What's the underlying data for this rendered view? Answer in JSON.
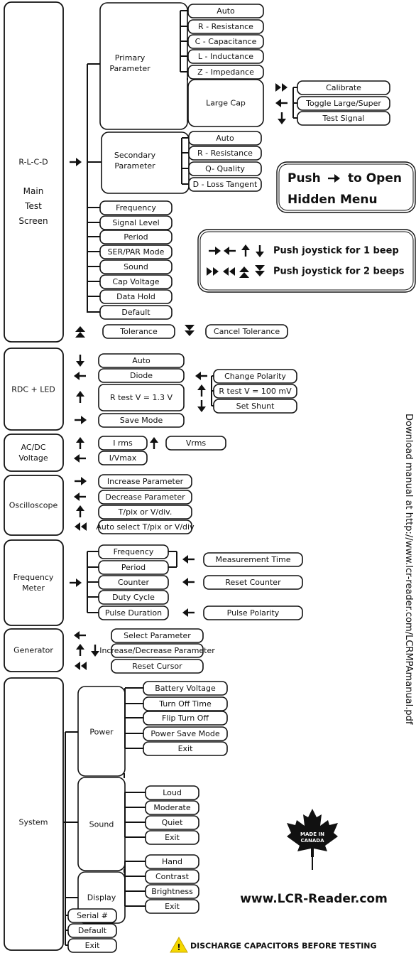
{
  "groups": [
    {
      "id": "rlcd",
      "title": "R-L-C-D",
      "subtitle_lines": [
        "Main",
        "Test",
        "Screen"
      ]
    },
    {
      "id": "rdc",
      "title": "RDC + LED"
    },
    {
      "id": "acdc",
      "title_lines": [
        "AC/DC",
        "Voltage"
      ]
    },
    {
      "id": "osc",
      "title": "Oscilloscope"
    },
    {
      "id": "freq",
      "title_lines": [
        "Frequency",
        "Meter"
      ]
    },
    {
      "id": "gen",
      "title": "Generator"
    },
    {
      "id": "sys",
      "title": "System"
    }
  ],
  "rlcd": {
    "primary_title_lines": [
      "Primary",
      "Parameter"
    ],
    "primary_items": [
      "Auto",
      "R - Resistance",
      "C - Capacitance",
      "L - Inductance",
      "Z - Impedance"
    ],
    "large_cap": "Large Cap",
    "large_cap_items": [
      "Calibrate",
      "Toggle Large/Super",
      "Test Signal"
    ],
    "secondary_title_lines": [
      "Secondary",
      "Parameter"
    ],
    "secondary_items": [
      "Auto",
      "R - Resistance",
      "Q- Quality",
      "D - Loss Tangent"
    ],
    "menu_items": [
      "Frequency",
      "Signal Level",
      "Period",
      "SER/PAR Mode",
      "Sound",
      "Cap Voltage",
      "Data Hold",
      "Default"
    ],
    "tolerance": "Tolerance",
    "cancel_tolerance": "Cancel Tolerance"
  },
  "hidden_menu": {
    "line1_a": "Push",
    "line1_b": "to Open",
    "line2": "Hidden Menu"
  },
  "legend": {
    "one_beep": "Push joystick for 1 beep",
    "two_beeps": "Push joystick for 2 beeps"
  },
  "rdc": {
    "items": [
      "Auto",
      "Diode",
      "R test V = 1.3 V",
      "Save Mode"
    ],
    "sub_items": [
      "Change Polarity",
      "R test V = 100 mV",
      "Set Shunt"
    ]
  },
  "acdc": {
    "items": [
      "I rms",
      "I/Vmax"
    ],
    "vrms": "Vrms"
  },
  "osc": {
    "items": [
      "Increase Parameter",
      "Decrease Parameter",
      "T/pix or V/div.",
      "Auto select T/pix or V/div"
    ]
  },
  "freq": {
    "items": [
      "Frequency",
      "Period",
      "Counter",
      "Duty Cycle",
      "Pulse Duration"
    ],
    "side_items": [
      "Measurement Time",
      "Reset Counter",
      "Pulse Polarity"
    ]
  },
  "gen": {
    "items": [
      "Select Parameter",
      "Increase/Decrease Parameter",
      "Reset Cursor"
    ]
  },
  "sys": {
    "power": "Power",
    "power_items": [
      "Battery Voltage",
      "Turn Off Time",
      "Flip Turn Off",
      "Power Save Mode",
      "Exit"
    ],
    "sound": "Sound",
    "sound_items": [
      "Loud",
      "Moderate",
      "Quiet",
      "Exit"
    ],
    "display": "Display",
    "display_items": [
      "Hand",
      "Contrast",
      "Brightness",
      "Exit"
    ],
    "bottom_items": [
      "Serial #",
      "Default",
      "Exit"
    ]
  },
  "badge": {
    "line1": "MADE IN",
    "line2": "CANADA"
  },
  "website": "www.LCR-Reader.com",
  "warning": "DISCHARGE CAPACITORS BEFORE TESTING",
  "side_text": "Download manual at http://www.lcr-reader.com/LCRMPAmanual.pdf",
  "colors": {
    "ink": "#111111",
    "warning_yellow": "#f5d800",
    "badge": "#111111"
  }
}
